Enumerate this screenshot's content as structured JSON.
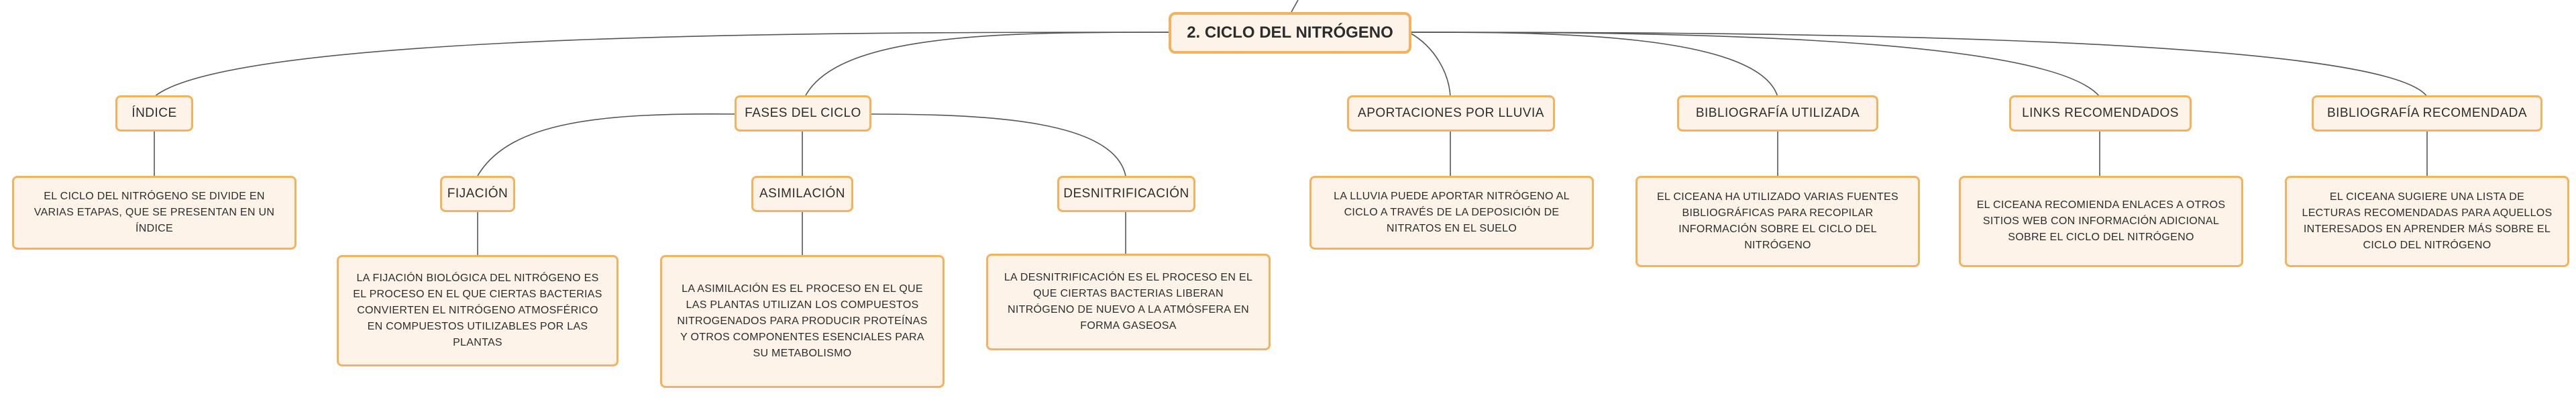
{
  "root": {
    "label": "2. CICLO DEL NITRÓGENO"
  },
  "topics": {
    "indice": {
      "label": "ÍNDICE",
      "desc": "EL CICLO DEL NITRÓGENO SE DIVIDE EN VARIAS ETAPAS, QUE SE PRESENTAN EN UN ÍNDICE"
    },
    "fases": {
      "label": "FASES DEL CICLO"
    },
    "fijacion": {
      "label": "FIJACIÓN",
      "desc": "LA FIJACIÓN BIOLÓGICA DEL NITRÓGENO ES EL PROCESO EN EL QUE CIERTAS BACTERIAS CONVIERTEN EL NITRÓGENO ATMOSFÉRICO EN COMPUESTOS UTILIZABLES POR LAS PLANTAS"
    },
    "asimilacion": {
      "label": "ASIMILACIÓN",
      "desc": "LA ASIMILACIÓN ES EL PROCESO EN EL QUE LAS PLANTAS UTILIZAN LOS COMPUESTOS NITROGENADOS PARA PRODUCIR PROTEÍNAS Y OTROS COMPONENTES ESENCIALES PARA SU METABOLISMO"
    },
    "desnitrificacion": {
      "label": "DESNITRIFICACIÓN",
      "desc": "LA DESNITRIFICACIÓN ES EL PROCESO EN EL QUE CIERTAS BACTERIAS LIBERAN NITRÓGENO DE NUEVO A LA ATMÓSFERA EN FORMA GASEOSA"
    },
    "lluvia": {
      "label": "APORTACIONES POR LLUVIA",
      "desc": "LA LLUVIA PUEDE APORTAR NITRÓGENO AL CICLO A TRAVÉS DE LA DEPOSICIÓN DE NITRATOS EN EL SUELO"
    },
    "biblio": {
      "label": "BIBLIOGRAFÍA UTILIZADA",
      "desc": "EL CICEANA HA UTILIZADO VARIAS FUENTES BIBLIOGRÁFICAS PARA RECOPILAR INFORMACIÓN SOBRE EL CICLO DEL NITRÓGENO"
    },
    "links": {
      "label": "LINKS RECOMENDADOS",
      "desc": "EL CICEANA RECOMIENDA ENLACES A OTROS SITIOS WEB CON INFORMACIÓN ADICIONAL SOBRE EL CICLO DEL NITRÓGENO"
    },
    "biblio_rec": {
      "label": "BIBLIOGRAFÍA RECOMENDADA",
      "desc": "EL CICEANA SUGIERE UNA LISTA DE LECTURAS RECOMENDADAS PARA AQUELLOS INTERESADOS EN APRENDER MÁS SOBRE EL CICLO DEL NITRÓGENO"
    }
  },
  "colors": {
    "border": "#f3b25e",
    "fill": "#fdf3e8",
    "line": "#555555",
    "text": "#2c2c2c"
  }
}
